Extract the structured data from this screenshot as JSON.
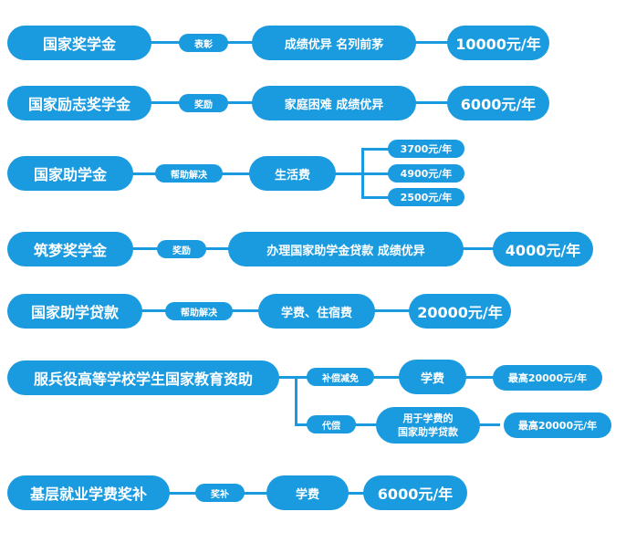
{
  "rows": [
    {
      "program": "国家奖学金",
      "relation": "表彰",
      "target": "成绩优异 名列前茅",
      "amount": "10000元/年"
    },
    {
      "program": "国家励志奖学金",
      "relation": "奖励",
      "target": "家庭困难 成绩优异",
      "amount": "6000元/年"
    },
    {
      "program": "国家助学金",
      "relation": "帮助解决",
      "target": "生活费",
      "amounts": [
        "3700元/年",
        "4900元/年",
        "2500元/年"
      ]
    },
    {
      "program": "筑梦奖学金",
      "relation": "奖励",
      "target": "办理国家助学金贷款 成绩优异",
      "amount": "4000元/年"
    },
    {
      "program": "国家助学贷款",
      "relation": "帮助解决",
      "target": "学费、住宿费",
      "amount": "20000元/年"
    },
    {
      "program": "服兵役高等学校学生国家教育资助",
      "branches": [
        {
          "relation": "补偿减免",
          "target": "学费",
          "amount": "最高20000元/年"
        },
        {
          "relation": "代偿",
          "target_lines": [
            "用于学费的",
            "国家助学贷款"
          ],
          "amount": "最高20000元/年"
        }
      ]
    },
    {
      "program": "基层就业学费奖补",
      "relation": "奖补",
      "target": "学费",
      "amount": "6000元/年"
    }
  ]
}
